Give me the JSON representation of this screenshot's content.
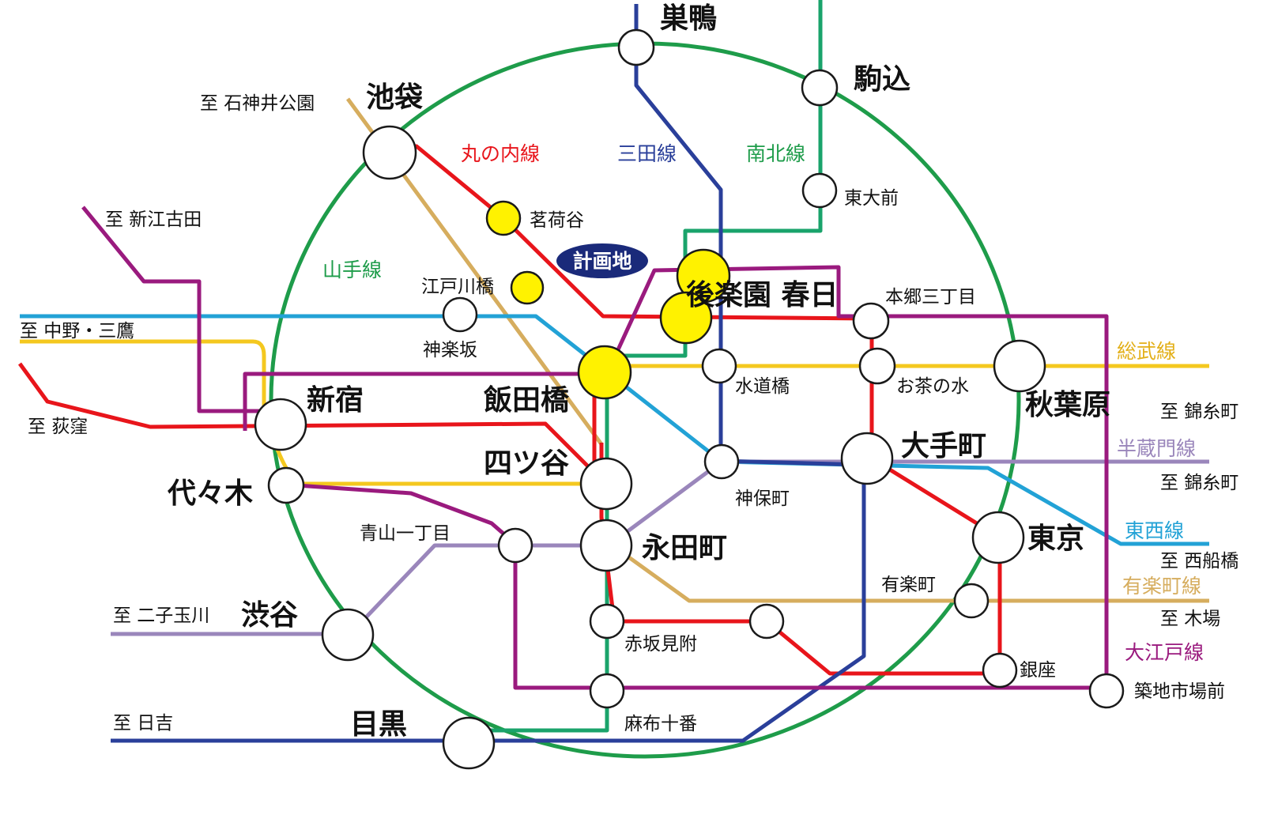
{
  "colors": {
    "yamanote": "#1e9c4a",
    "marunouchi": "#e8151b",
    "mita": "#2a3f9a",
    "namboku": "#1aa36b",
    "oedo": "#9a1a7e",
    "tozai": "#22a2d6",
    "sobu": "#f4c81f",
    "hanzomon": "#9a86bb",
    "yurakucho": "#d6ad5e",
    "planned_site": "#1a2a7a"
  },
  "planned_site": {
    "label": "計画地"
  },
  "line_labels": {
    "marunouchi": "丸の内線",
    "mita": "三田線",
    "namboku": "南北線",
    "yamanote": "山手線",
    "sobu": "総武線",
    "hanzomon": "半蔵門線",
    "tozai": "東西線",
    "yurakucho": "有楽町線",
    "oedo": "大江戸線"
  },
  "stations": {
    "sugamo": "巣鴨",
    "komagome": "駒込",
    "ikebukuro": "池袋",
    "todaimae": "東大前",
    "myogadani": "茗荷谷",
    "edogawabashi": "江戸川橋",
    "kagurazaka": "神楽坂",
    "korakuen_kasuga": "後楽園 春日",
    "hongo_sanchome": "本郷三丁目",
    "iidabashi": "飯田橋",
    "suidobashi": "水道橋",
    "ochanomizu": "お茶の水",
    "akihabara": "秋葉原",
    "shinjuku": "新宿",
    "yotsuya": "四ツ谷",
    "otemachi": "大手町",
    "jimbocho": "神保町",
    "yoyogi": "代々木",
    "aoyama_itchome": "青山一丁目",
    "nagatacho": "永田町",
    "tokyo": "東京",
    "yurakucho": "有楽町",
    "akasaka_mitsuke": "赤坂見附",
    "shibuya": "渋谷",
    "ginza": "銀座",
    "tsukiji_shijo": "築地市場前",
    "azabu_juban": "麻布十番",
    "meguro": "目黒"
  },
  "destinations": {
    "shakujii_koen": "至 石神井公園",
    "shin_egota": "至 新江古田",
    "nakano_mitaka": "至 中野・三鷹",
    "ogikubo": "至 荻窪",
    "futako_tamagawa": "至 二子玉川",
    "hiyoshi": "至 日吉",
    "kinshicho_1": "至 錦糸町",
    "kinshicho_2": "至 錦糸町",
    "nishi_funabashi": "至 西船橋",
    "kiba": "至 木場"
  }
}
